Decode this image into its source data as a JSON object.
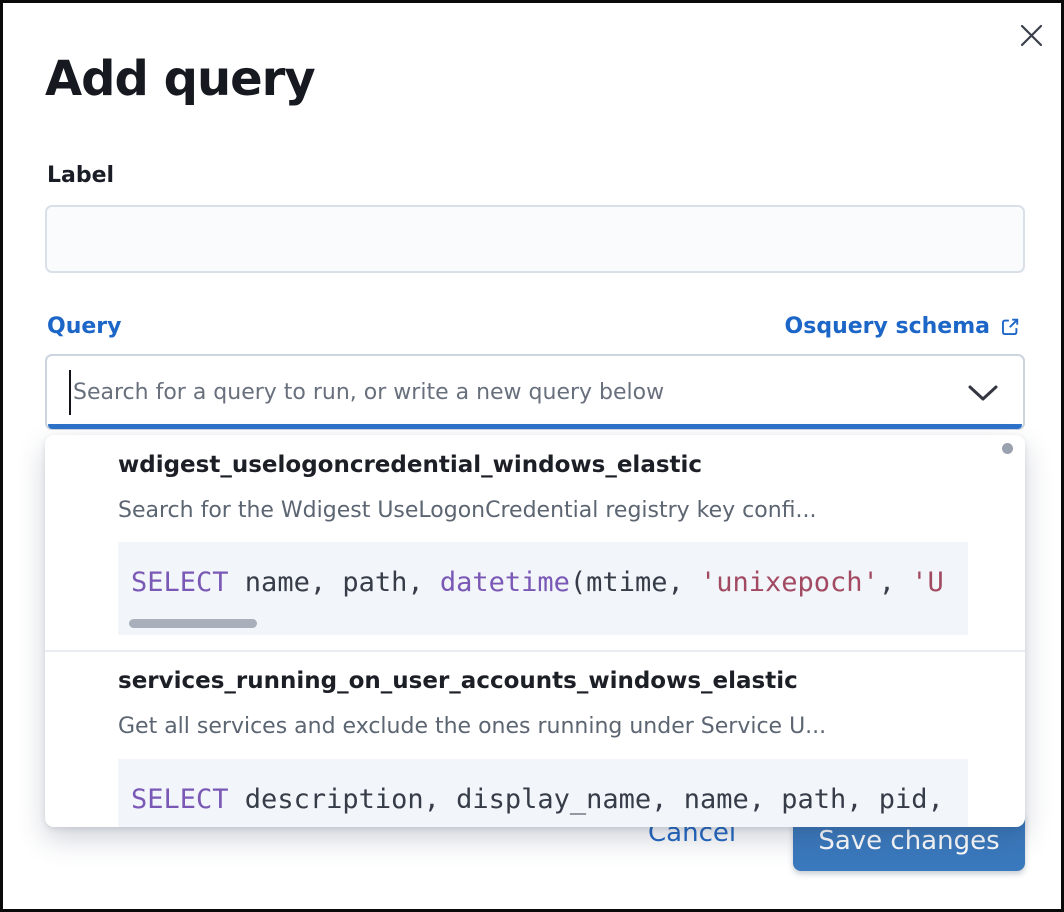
{
  "modal": {
    "title": "Add query"
  },
  "icons": {
    "close": "close-x",
    "external_link": "popout-box-arrow",
    "chevron_down": "chevron-down"
  },
  "colors": {
    "link_blue": "#1c66c7",
    "focus_underline": "#2e72c9",
    "save_button": "#3a79bd",
    "code_keyword": "#7a58b5",
    "code_string": "#a34a63",
    "code_background": "#f2f5f9"
  },
  "label_field": {
    "label": "Label",
    "value": "",
    "placeholder": ""
  },
  "query_field": {
    "label": "Query",
    "schema_link_label": "Osquery schema",
    "placeholder": "Search for a query to run, or write a new query below",
    "value": ""
  },
  "dropdown": {
    "options": [
      {
        "title": "wdigest_uselogoncredential_windows_elastic",
        "description": "Search for the Wdigest UseLogonCredential registry key confi...",
        "code_tokens": [
          {
            "text": "SELECT",
            "type": "keyword"
          },
          {
            "text": " name, path, ",
            "type": "plain"
          },
          {
            "text": "datetime",
            "type": "keyword"
          },
          {
            "text": "(mtime, ",
            "type": "plain"
          },
          {
            "text": "'unixepoch'",
            "type": "string"
          },
          {
            "text": ", ",
            "type": "plain"
          },
          {
            "text": "'U",
            "type": "string"
          }
        ]
      },
      {
        "title": "services_running_on_user_accounts_windows_elastic",
        "description": "Get all services and exclude the ones running under Service U...",
        "code_tokens": [
          {
            "text": "SELECT",
            "type": "keyword"
          },
          {
            "text": " description, display_name, name, path, pid,",
            "type": "plain"
          }
        ]
      }
    ]
  },
  "footer": {
    "cancel_label": "Cancel",
    "save_label": "Save changes"
  }
}
